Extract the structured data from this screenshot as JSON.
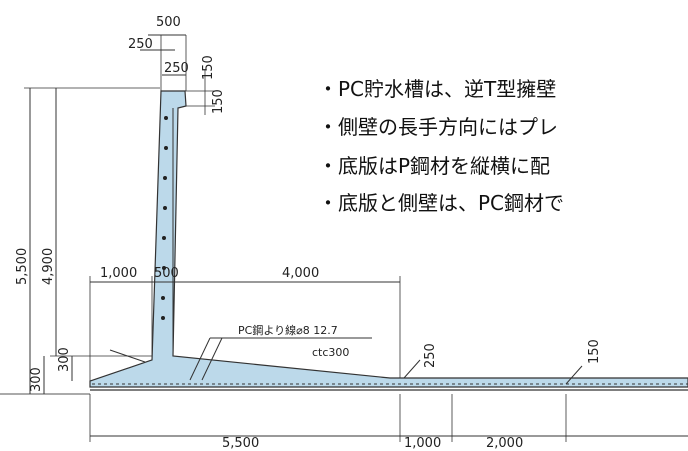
{
  "dimensions": {
    "top_width": "500",
    "top_half_left": "250",
    "top_half_right": "250",
    "notch_150_a": "150",
    "notch_150_b": "150",
    "total_height": "5,500",
    "wall_height": "4,900",
    "base_300_left": "300",
    "base_300_inner": "300",
    "left_heel": "1,000",
    "wall_base": "500",
    "haunch_length": "4,000",
    "slab_250": "250",
    "slab_150": "150",
    "bottom_5500": "5,500",
    "bottom_1000": "1,000",
    "bottom_2000": "2,000"
  },
  "annotation": {
    "strand_label": "PC鋼より線⌀8 12.7",
    "strand_spacing": "ctc300"
  },
  "bullets": [
    "・PC貯水槽は、逆T型擁壁",
    "・側壁の長手方向にはプレ",
    "・底版はP鋼材を縦横に配",
    "・底版と側壁は、PC鋼材で"
  ],
  "colors": {
    "concrete_fill": "#bcd9ea",
    "line": "#333333"
  }
}
